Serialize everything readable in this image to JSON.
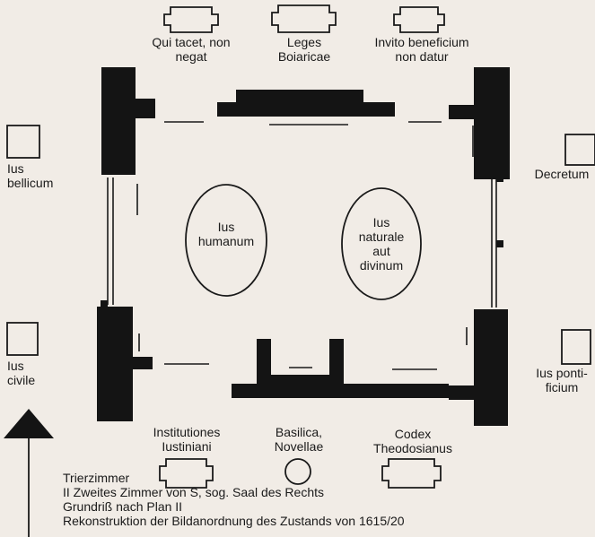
{
  "labels": {
    "top_left": [
      "Qui tacet, non",
      "negat"
    ],
    "top_center": [
      "Leges",
      "Boiaricae"
    ],
    "top_right": [
      "Invito beneficium",
      "non datur"
    ],
    "left_upper": [
      "Ius",
      "bellicum"
    ],
    "left_lower": [
      "Ius",
      "civile"
    ],
    "right_upper": [
      "Decretum"
    ],
    "right_lower": [
      "Ius ponti-",
      "ficium"
    ],
    "oval_left": [
      "Ius",
      "humanum"
    ],
    "oval_right": [
      "Ius",
      "naturale",
      "aut",
      "divinum"
    ],
    "bottom_left": [
      "Institutiones",
      "Iustiniani"
    ],
    "bottom_center": [
      "Basilica,",
      "Novellae"
    ],
    "bottom_right": [
      "Codex",
      "Theodosianus"
    ]
  },
  "caption": [
    "Trierzimmer",
    "II Zweites Zimmer von S, sog. Saal des Rechts",
    "Grundriß nach Plan II",
    "Rekonstruktion der Bildanordnung des Zustands von 1615/20"
  ],
  "colors": {
    "wall": "#141414",
    "paper": "#f1ece6",
    "line": "#1a1a1a"
  },
  "icons": {
    "north_arrow": "arrow-up-icon"
  }
}
